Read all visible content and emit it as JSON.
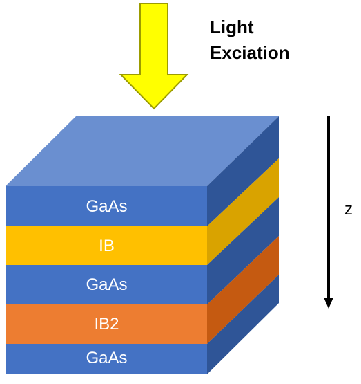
{
  "excitation": {
    "line1": "Light",
    "line2": "Exciation",
    "arrow_color": "#FFFF00",
    "arrow_stroke": "#9C9C00"
  },
  "axis": {
    "label": "z"
  },
  "block": {
    "top_face_color": "#6A8FD0",
    "layers": [
      {
        "label": "GaAs",
        "front": "#4472C4",
        "side": "#2F5597"
      },
      {
        "label": "IB",
        "front": "#FFC000",
        "side": "#D9A300"
      },
      {
        "label": "GaAs",
        "front": "#4472C4",
        "side": "#2F5597"
      },
      {
        "label": "IB2",
        "front": "#ED7D31",
        "side": "#C55A11"
      },
      {
        "label": "GaAs",
        "front": "#4472C4",
        "side": "#2F5597"
      }
    ]
  }
}
